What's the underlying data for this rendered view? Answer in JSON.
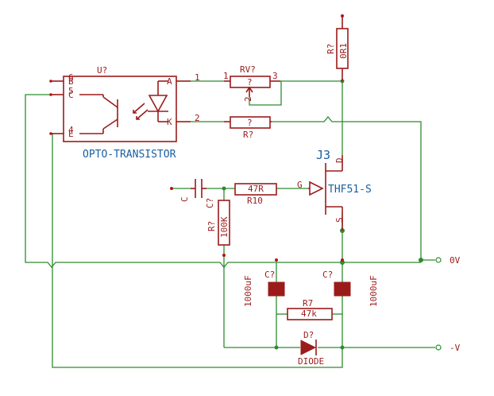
{
  "opto": {
    "ref": "U?",
    "name": "OPTO-TRANSISTOR",
    "pin_b": "B",
    "pin_c": "C",
    "pin_e": "E",
    "pin_a": "A",
    "pin_k": "K",
    "num_6": "6",
    "num_5": "5",
    "num_4": "4",
    "num_1": "1",
    "num_2": "2"
  },
  "rv": {
    "ref": "RV?",
    "value": "?",
    "p1": "1",
    "p2": "2",
    "p3": "3"
  },
  "r_k": {
    "ref": "R?",
    "value": "?"
  },
  "r_top": {
    "ref": "R?",
    "value": "0R1"
  },
  "j3": {
    "ref": "J3",
    "name": "THF51-S",
    "pin_d": "D",
    "pin_g": "G",
    "pin_s": "S"
  },
  "c_in": {
    "ref": "C?",
    "value": "C"
  },
  "r10": {
    "ref": "R10",
    "value": "47R"
  },
  "r_100k": {
    "ref": "R?",
    "value": "100K"
  },
  "c_left": {
    "ref": "C?",
    "value": "1000uF"
  },
  "c_right": {
    "ref": "C?",
    "value": "1000uF"
  },
  "r7": {
    "ref": "R7",
    "value": "47k"
  },
  "diode": {
    "ref": "D?",
    "value": "DIODE"
  },
  "nets": {
    "zero": "0V",
    "neg": "-V"
  }
}
